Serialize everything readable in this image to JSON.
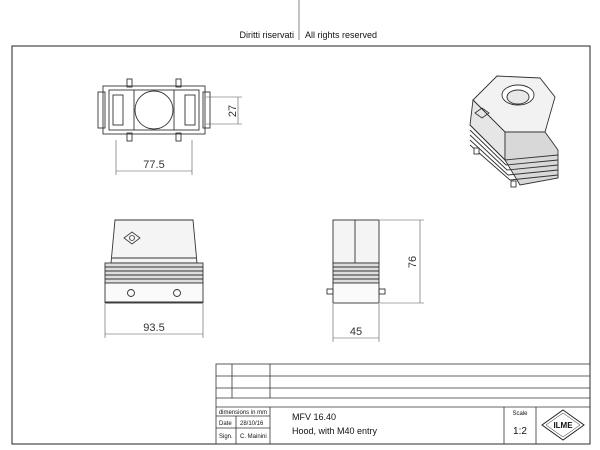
{
  "header": {
    "left_text": "Diritti riservati",
    "right_text": "All rights reserved"
  },
  "dimensions": {
    "top_view_height": "27",
    "top_view_width": "77.5",
    "front_view_width": "93.5",
    "side_view_width": "45",
    "side_view_height": "76"
  },
  "title_block": {
    "units_label": "dimensions in mm",
    "date_label": "Date",
    "date_value": "28/10/16",
    "sign_label": "Sign.",
    "sign_value": "C. Mainini",
    "code": "MFV 16.40",
    "description": "Hood, with M40 entry",
    "scale_label": "Scale",
    "scale_value": "1:2",
    "logo_text": "ILME"
  }
}
